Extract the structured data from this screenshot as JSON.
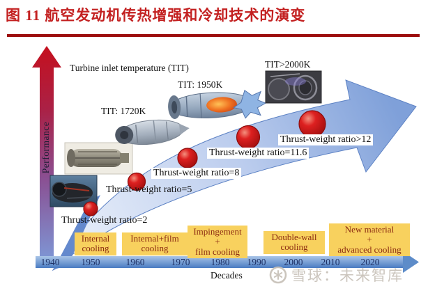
{
  "figure": {
    "title": "图 11 航空发动机传热增强和冷却技术的演变"
  },
  "axes": {
    "y_label": "Performance",
    "x_label": "Decades",
    "x_ticks": [
      "1940",
      "1950",
      "1960",
      "1970",
      "1980",
      "1990",
      "2000",
      "2010",
      "2020"
    ]
  },
  "annotations": {
    "tit_header": "Turbine inlet temperature (TIT)",
    "tit_1720": "TIT: 1720K",
    "tit_1950": "TIT: 1950K",
    "tit_2000": "TIT>2000K"
  },
  "milestones": [
    "Thrust-weight ratio=2",
    "Thrust-weight ratio=5",
    "Thrust-weight ratio=8",
    "Thrust-weight ratio=11.6",
    "Thrust-weight ratio>12"
  ],
  "cooling_stages": [
    "Internal\ncooling",
    "Internal+film\ncooling",
    "Impingement\n+\nfilm cooling",
    "Double-wall\ncooling",
    "New material\n+\nadvanced cooling"
  ],
  "watermark": "雪球：未来智库",
  "colors": {
    "title_red": "#c32020",
    "rule_red": "#9c0d0d",
    "band_blue": "#9db9e6",
    "axis_blue": "#5d8cc9",
    "dot_red": "#cc1212",
    "stage_yellow": "#f8d15e",
    "stage_text": "#8b2a12",
    "tick_navy": "#1e3166"
  },
  "chart_data": {
    "type": "area",
    "title": "Evolution of aero-engine heat-transfer enhancement and cooling technology",
    "xlabel": "Decades",
    "ylabel": "Performance",
    "x_ticks": [
      1940,
      1950,
      1960,
      1970,
      1980,
      1990,
      2000,
      2010,
      2020
    ],
    "milestones": [
      {
        "label": "Thrust-weight ratio=2",
        "approx_decade": 1950
      },
      {
        "label": "Thrust-weight ratio=5",
        "approx_decade": 1960
      },
      {
        "label": "Thrust-weight ratio=8",
        "approx_decade": 1970
      },
      {
        "label": "Thrust-weight ratio=11.6",
        "approx_decade": 1985
      },
      {
        "label": "Thrust-weight ratio>12",
        "approx_decade": 2000
      }
    ],
    "tit_annotations": [
      "TIT: 1720K",
      "TIT: 1950K",
      "TIT>2000K"
    ],
    "cooling_stages_by_period": [
      {
        "label": "Internal cooling",
        "approx_decade": 1950
      },
      {
        "label": "Internal+film cooling",
        "approx_decade": 1965
      },
      {
        "label": "Impingement + film cooling",
        "approx_decade": 1980
      },
      {
        "label": "Double-wall cooling",
        "approx_decade": 2000
      },
      {
        "label": "New material + advanced cooling",
        "approx_decade": 2020
      }
    ]
  }
}
